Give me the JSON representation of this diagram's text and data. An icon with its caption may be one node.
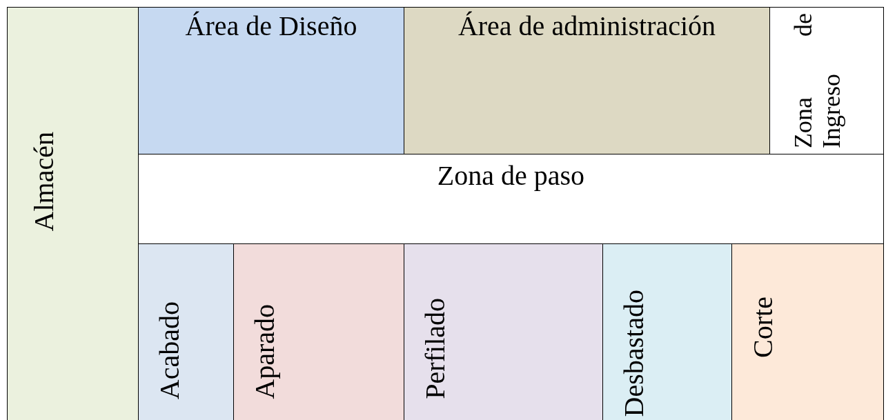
{
  "diagram": {
    "nodes": [
      {
        "text": [
          "Almacén"
        ]
      },
      {
        "text": [
          "Área de Diseño"
        ]
      },
      {
        "text": [
          "Área de administración"
        ]
      },
      {
        "text": [
          "Zona de Ingreso"
        ]
      },
      {
        "text": [
          "Zona de paso"
        ]
      },
      {
        "text": [
          "Acabado"
        ]
      },
      {
        "text": [
          "Aparado"
        ]
      },
      {
        "text": [
          "Perfilado"
        ]
      },
      {
        "text": [
          "Desbastado"
        ]
      },
      {
        "text": [
          "Corte"
        ]
      }
    ]
  }
}
